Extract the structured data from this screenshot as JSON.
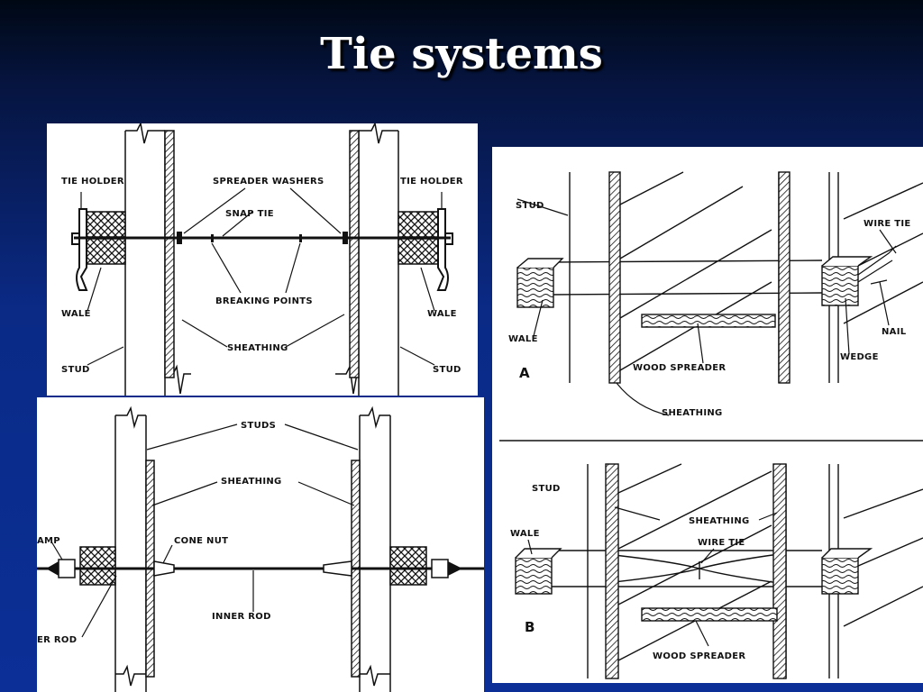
{
  "slide": {
    "title": "Tie systems"
  },
  "snap_tie_figure": {
    "labels": {
      "tie_holder_left": "TIE HOLDER",
      "tie_holder_right": "TIE HOLDER",
      "spreader_washers": "SPREADER WASHERS",
      "snap_tie": "SNAP TIE",
      "breaking_points": "BREAKING POINTS",
      "wale_left": "WALE",
      "wale_right": "WALE",
      "sheathing": "SHEATHING",
      "stud_left": "STUD",
      "stud_right": "STUD"
    }
  },
  "cone_nut_figure": {
    "labels": {
      "studs": "STUDS",
      "sheathing": "SHEATHING",
      "clamp_partial": "AMP",
      "cone_nut": "CONE NUT",
      "inner_rod": "INNER ROD",
      "outer_rod_partial": "ER ROD"
    }
  },
  "wire_tie_figure": {
    "labels": {
      "stud_a": "STUD",
      "wire_tie_a": "WIRE TIE",
      "wale_a": "WALE",
      "nail": "NAIL",
      "wedge": "WEDGE",
      "wood_spreader_a": "WOOD SPREADER",
      "letter_a": "A",
      "sheathing_a": "SHEATHING",
      "stud_b": "STUD",
      "sheathing_b": "SHEATHING",
      "wale_b": "WALE",
      "wire_tie_b": "WIRE TIE",
      "letter_b": "B",
      "wood_spreader_b": "WOOD SPREADER"
    }
  }
}
